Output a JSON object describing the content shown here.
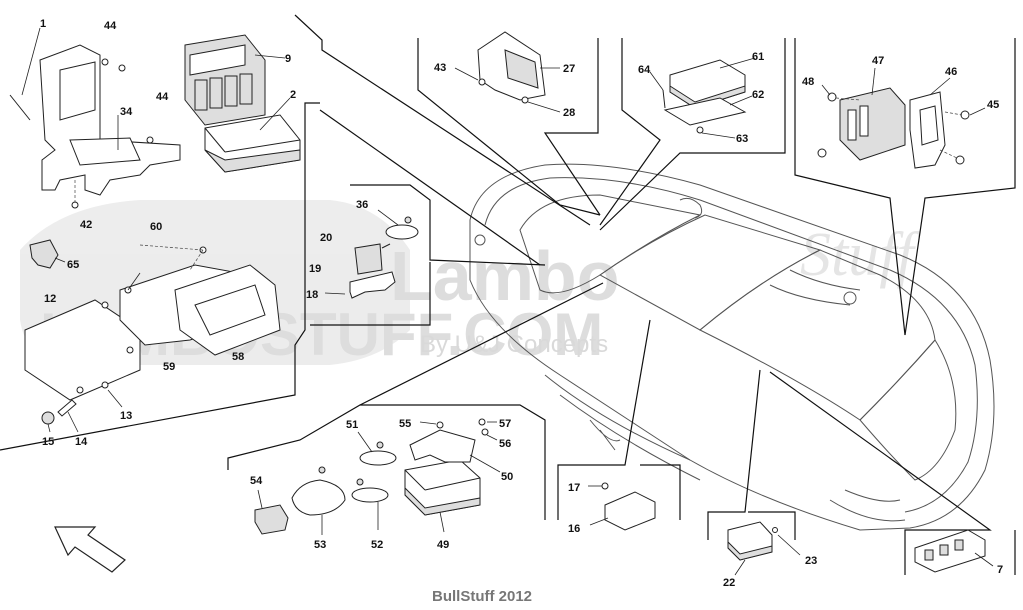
{
  "watermark": {
    "line1": "Lambo",
    "line2": "LAMBOSTUFF.COM",
    "script": "Stuff",
    "tagline": "By U&J Concepts"
  },
  "footer": "BullStuff 2012",
  "callouts": {
    "c1": "1",
    "c44a": "44",
    "c44b": "44",
    "c34": "34",
    "c42": "42",
    "c9": "9",
    "c2": "2",
    "c43": "43",
    "c27": "27",
    "c28": "28",
    "c64": "64",
    "c61": "61",
    "c62": "62",
    "c63": "63",
    "c48": "48",
    "c47": "47",
    "c46": "46",
    "c45": "45",
    "c36": "36",
    "c20": "20",
    "c19": "19",
    "c18": "18",
    "c60": "60",
    "c65": "65",
    "c12": "12",
    "c59": "59",
    "c58": "58",
    "c13": "13",
    "c15": "15",
    "c14": "14",
    "c51": "51",
    "c55": "55",
    "c57": "57",
    "c56": "56",
    "c50": "50",
    "c54": "54",
    "c53": "53",
    "c52": "52",
    "c49": "49",
    "c17": "17",
    "c16": "16",
    "c22": "22",
    "c23": "23",
    "c7": "7"
  },
  "icons": {
    "direction": "arrow-icon"
  }
}
